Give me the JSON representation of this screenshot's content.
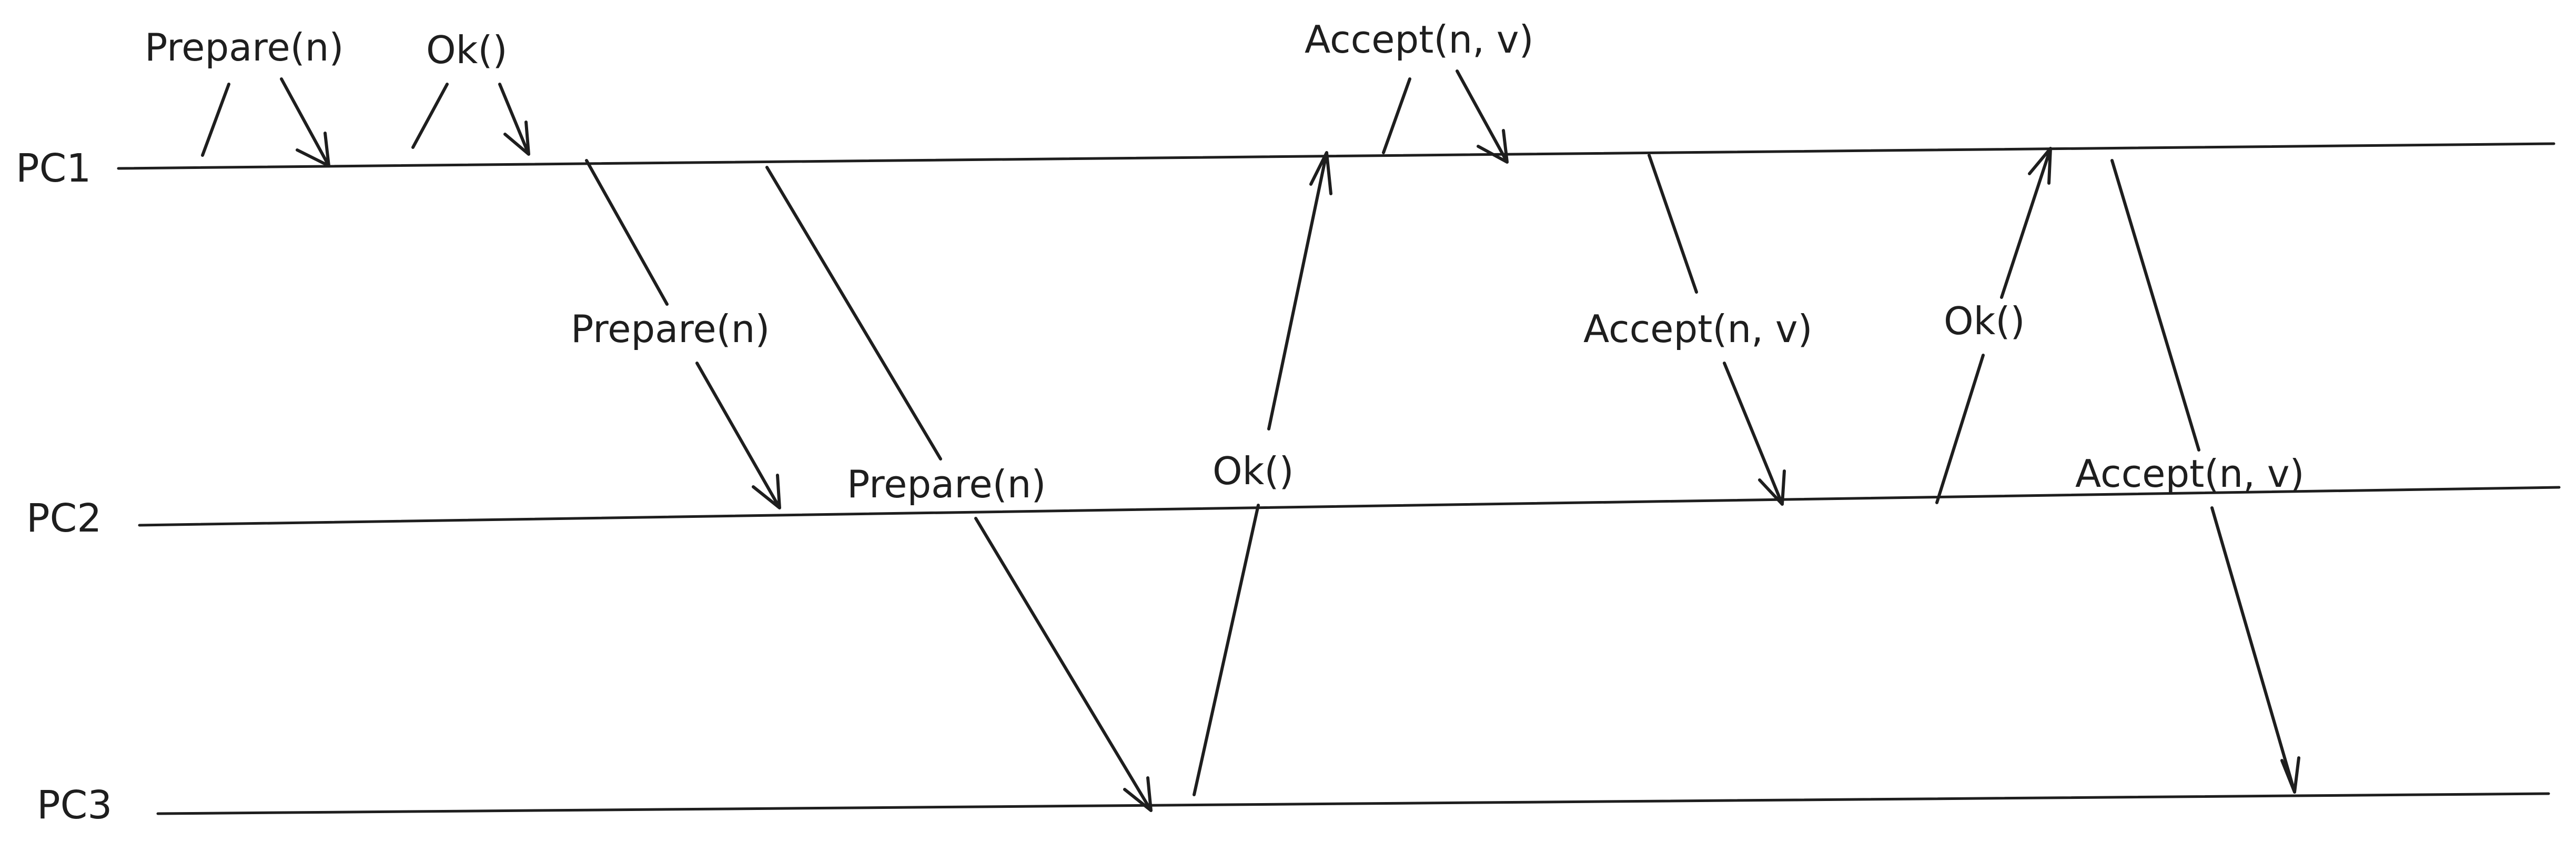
{
  "lanes": [
    {
      "label": "PC1"
    },
    {
      "label": "PC2"
    },
    {
      "label": "PC3"
    }
  ],
  "messages": [
    {
      "label": "Prepare(n)"
    },
    {
      "label": "Ok()"
    },
    {
      "label": "Accept(n, v)"
    },
    {
      "label": "Prepare(n)"
    },
    {
      "label": "Prepare(n)"
    },
    {
      "label": "Ok()"
    },
    {
      "label": "Accept(n, v)"
    },
    {
      "label": "Ok()"
    },
    {
      "label": "Accept(n, v)"
    }
  ],
  "colors": {
    "ink": "#1e1e1e",
    "background": "#ffffff"
  }
}
